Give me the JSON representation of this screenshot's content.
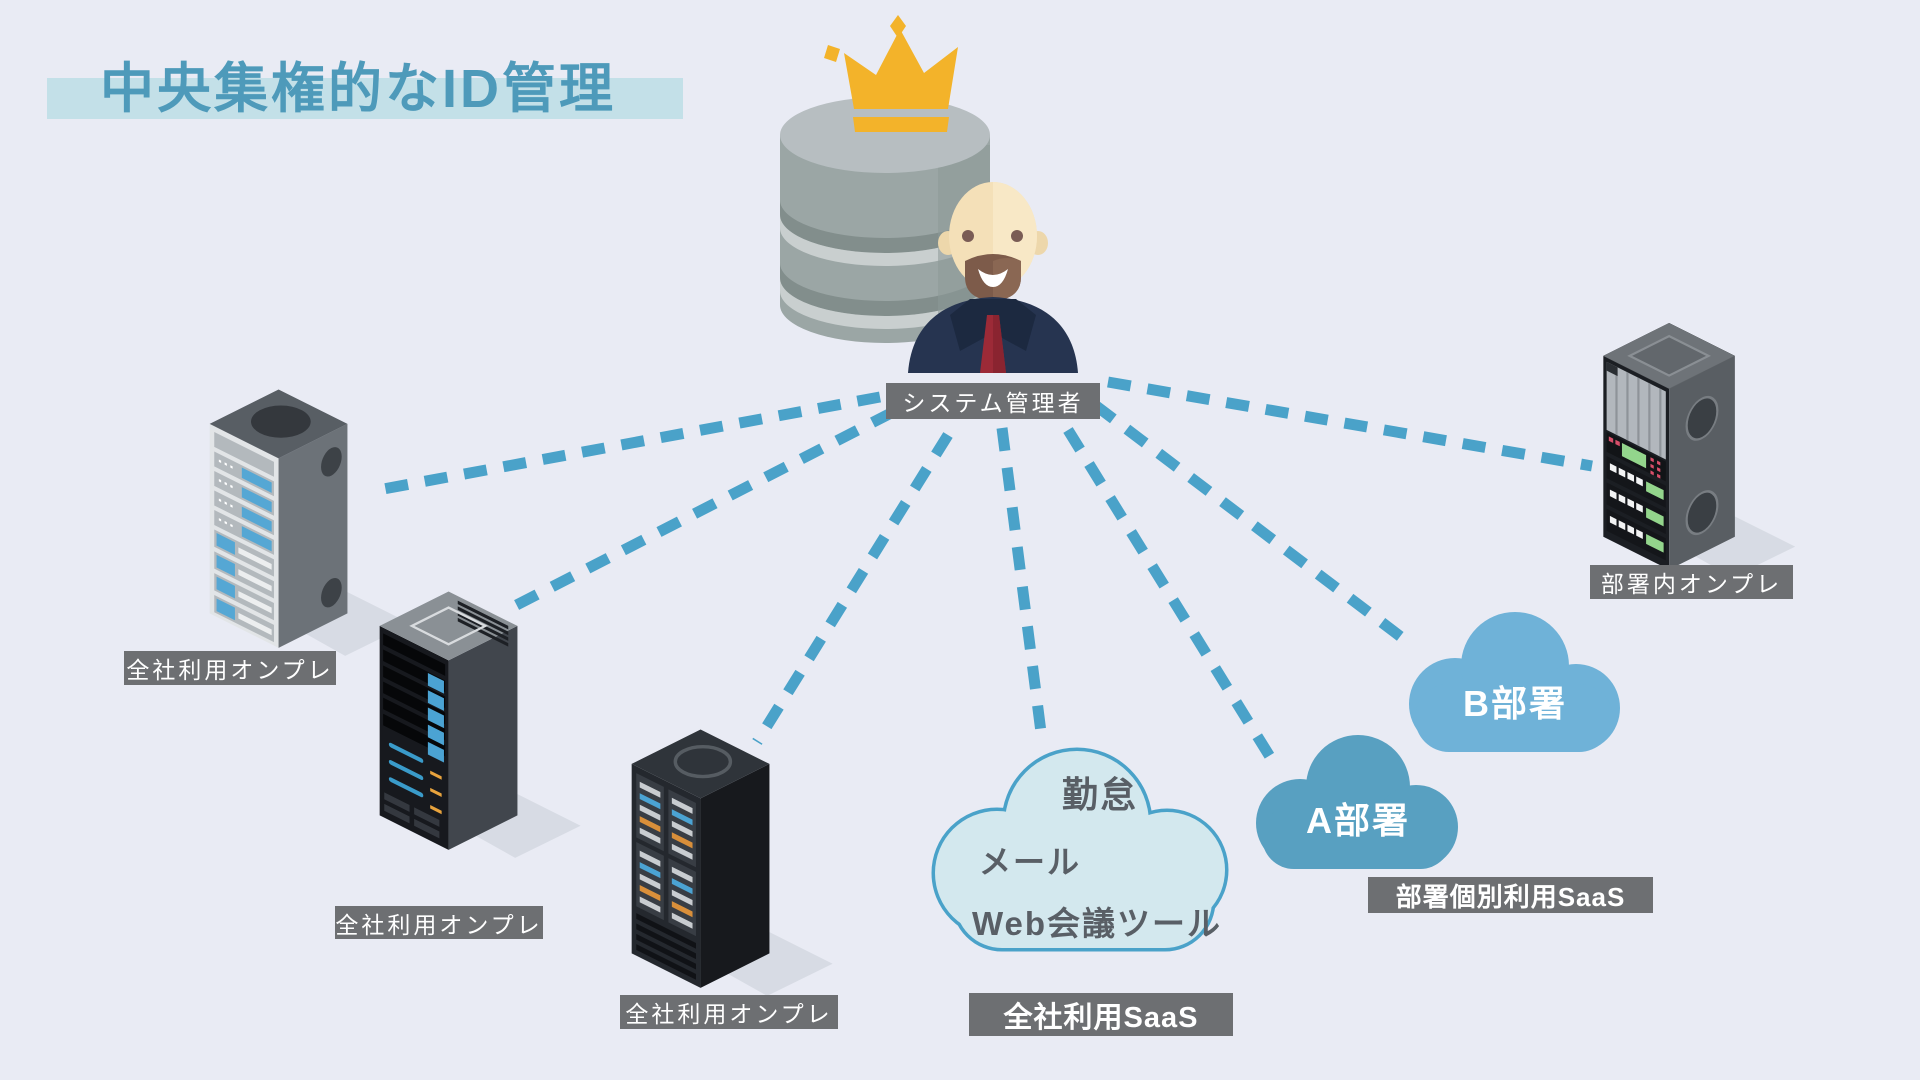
{
  "title": "中央集権的なID管理",
  "admin": {
    "label": "システム管理者"
  },
  "nodes": {
    "onprem1": {
      "label": "全社利用オンプレ"
    },
    "onprem2": {
      "label": "全社利用オンプレ"
    },
    "onprem3": {
      "label": "全社利用オンプレ"
    },
    "saas_cloud": {
      "label": "全社利用SaaS",
      "services": [
        "勤怠",
        "メール",
        "Web会議ツール"
      ]
    },
    "dept_saas": {
      "label": "部署個別利用SaaS",
      "cloud_a": "A部署",
      "cloud_b": "B部署"
    },
    "dept_onprem": {
      "label": "部署内オンプレ"
    }
  },
  "colors": {
    "background": "#e9ebf4",
    "accent_blue": "#4aa2c9",
    "title_text": "#4e9aba",
    "title_band": "#c3e0e8",
    "label_bg": "#6d6f72",
    "label_text": "#ffffff",
    "cloud_light_fill": "#d3e8ee",
    "cloud_a_fill": "#58a0c1",
    "cloud_b_fill": "#6fb2d8",
    "crown_gold": "#f3b32a"
  }
}
